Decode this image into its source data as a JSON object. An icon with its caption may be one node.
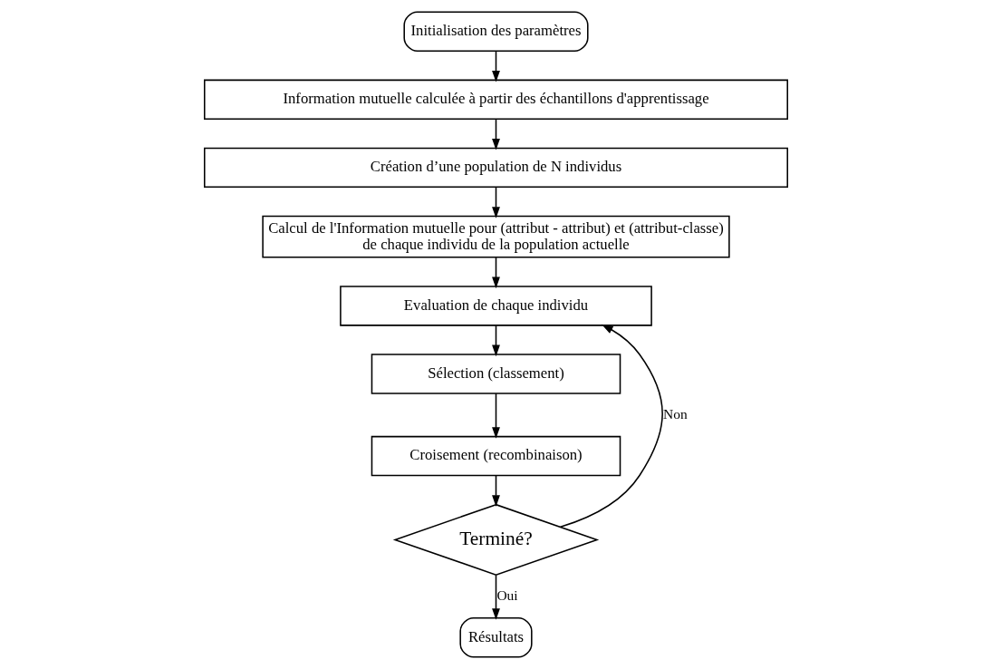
{
  "diagram": {
    "nodes": [
      {
        "text": [
          "Initialisation des paramètres"
        ]
      },
      {
        "text": [
          "Information mutuelle calculée à partir des échantillons d'apprentissage"
        ]
      },
      {
        "text": [
          "Création d’une population de N individus"
        ]
      },
      {
        "text": [
          "Calcul de l'Information mutuelle pour (attribut - attribut) et (attribut-classe) de chaque individu de la population actuelle"
        ]
      },
      {
        "text": [
          "Evaluation de chaque individu"
        ]
      },
      {
        "text": [
          "Sélection (classement)"
        ]
      },
      {
        "text": [
          "Croisement (recombinaison)"
        ]
      },
      {
        "text": [
          "Terminé?"
        ]
      },
      {
        "text": [
          "Résultats"
        ]
      }
    ],
    "edges": [
      {
        "from": 0,
        "to": 1,
        "arrow": "to"
      },
      {
        "from": 1,
        "to": 2,
        "arrow": "to"
      },
      {
        "from": 2,
        "to": 3,
        "arrow": "to"
      },
      {
        "from": 3,
        "to": 4,
        "arrow": "to"
      },
      {
        "from": 4,
        "to": 5,
        "arrow": "to"
      },
      {
        "from": 5,
        "to": 6,
        "arrow": "to"
      },
      {
        "from": 6,
        "to": 7,
        "arrow": "to"
      },
      {
        "from": 7,
        "to": 4,
        "arrow": "to",
        "label": "Non"
      },
      {
        "from": 7,
        "to": 8,
        "arrow": "to",
        "label": "Oui"
      }
    ]
  }
}
